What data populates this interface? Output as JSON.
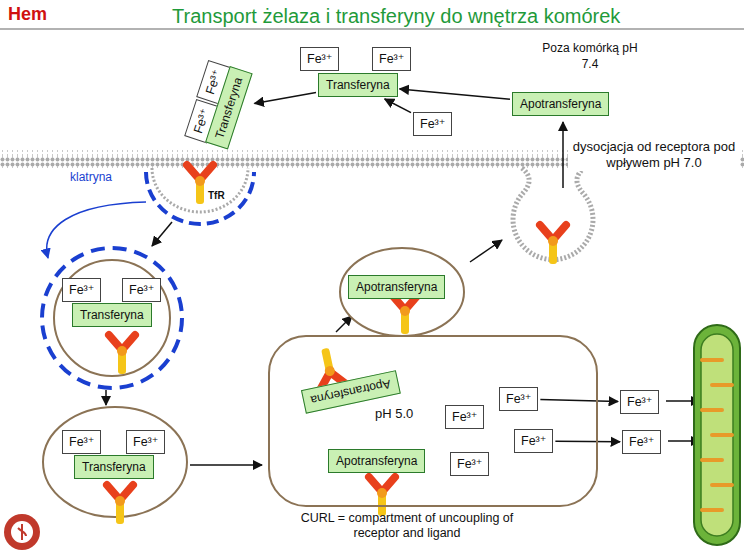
{
  "diagram": {
    "title": "Transport żelaza i transferyny do wnętrza komórek",
    "nodes": [
      {
        "text": [
          "Fe³⁺"
        ]
      },
      {
        "text": [
          "Fe³⁺"
        ]
      },
      {
        "text": [
          "Transferyna"
        ]
      },
      {
        "text": [
          "Apotransferyna"
        ]
      },
      {
        "text": [
          "Fe³⁺"
        ]
      },
      {
        "text": [
          "Fe³⁺"
        ]
      },
      {
        "text": [
          "Fe³⁺"
        ]
      },
      {
        "text": [
          "Transferyna"
        ]
      },
      {
        "text": [
          "Fe³⁺"
        ]
      },
      {
        "text": [
          "Fe³⁺"
        ]
      },
      {
        "text": [
          "Transferyna"
        ]
      },
      {
        "text": [
          "Apotransferyna"
        ]
      },
      {
        "text": [
          "Fe³⁺"
        ]
      },
      {
        "text": [
          "Fe³⁺"
        ]
      },
      {
        "text": [
          "Transferyna"
        ]
      },
      {
        "text": [
          "pH 5.0",
          "CURL = compartment of uncoupling of receptor and ligand"
        ]
      },
      {
        "text": [
          "Apotransferyna"
        ],
        "in": 15
      },
      {
        "text": [
          "Fe³⁺"
        ],
        "in": 15
      },
      {
        "text": [
          "Fe³⁺"
        ],
        "in": 15
      },
      {
        "text": [
          "Fe³⁺"
        ],
        "in": 15
      },
      {
        "text": [
          "Apotransferyna"
        ],
        "in": 15
      },
      {
        "text": [
          "Fe³⁺"
        ],
        "in": 15
      },
      {
        "text": [
          "Fe³⁺"
        ]
      },
      {
        "text": [
          "Fe³⁺"
        ]
      }
    ],
    "edges": [
      {
        "from": 3,
        "to": 2,
        "arrow": "to"
      },
      {
        "from": 4,
        "to": 2,
        "arrow": "to"
      },
      {
        "from": 2,
        "to": 7,
        "arrow": "to"
      },
      {
        "from": 17,
        "to": 22,
        "arrow": "to"
      },
      {
        "from": 19,
        "to": 23,
        "arrow": "to"
      }
    ],
    "labels": [
      "Hem",
      "Poza komórką pH 7.4",
      "dysocjacja od receptora pod wpływem pH 7.0",
      "klatryna",
      "TfR"
    ]
  }
}
